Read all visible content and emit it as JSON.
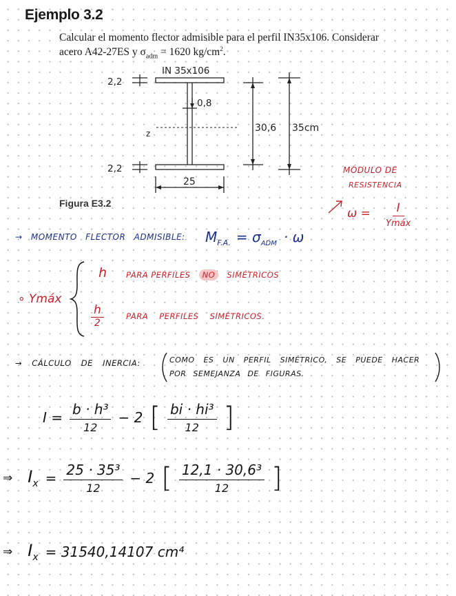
{
  "header": {
    "title": "Ejemplo 3.2",
    "statement_line1": "Calcular el momento flector admisible para el perfil IN35x106. Considerar",
    "statement_line2_a": "acero A42-27ES y σ",
    "statement_sub": "adm",
    "statement_line2_b": " = 1620 kg/cm",
    "statement_sup": "2",
    "statement_end": "."
  },
  "figure": {
    "profile_label": "IN 35x106",
    "flange_top": "2,2",
    "flange_bottom": "2,2",
    "web_thickness": "0,8",
    "axis_label": "z",
    "inner_height": "30,6",
    "total_height": "35cm",
    "width": "25",
    "caption": "Figura E3.2"
  },
  "notes": {
    "modulo_line1": "MÓDULO DE",
    "modulo_line2": "RESISTENCIA",
    "modulo_lhs": "ω =",
    "modulo_num": "I",
    "modulo_den": "Ymáx",
    "moment_label": "→ MOMENTO FLECTOR ADMISIBLE:",
    "moment_formula": "M",
    "moment_sub": "F.A.",
    "moment_rhs": "= σ",
    "moment_rhs_sub": "ADM",
    "moment_rhs_end": "· ω",
    "ymax_bullet": "∘ Ymáx",
    "case1_value": "h",
    "case1_text_a": "PARA PERFILES",
    "case1_highlight": "NO",
    "case1_text_b": "SIMÉTRICOS",
    "case2_num": "h",
    "case2_den": "2",
    "case2_text": "PARA PERFILES SIMÉTRICOS.",
    "inertia_label": "→ CÁLCULO DE INERCIA:",
    "inertia_note_1": "COMO ES UN PERFIL SIMÉTRICO, SE PUEDE HACER",
    "inertia_note_2": "POR SEMEJANZA DE FIGURAS.",
    "eq1_lhs": "I =",
    "eq1_num": "b · h³",
    "eq1_den": "12",
    "eq1_mid": "− 2",
    "eq1_inner_num": "bi · hi³",
    "eq1_inner_den": "12",
    "eq2_arrow": "⇒",
    "eq2_lhs": "I",
    "eq2_sub": "x",
    "eq2_eq": "=",
    "eq2_num": "25 · 35³",
    "eq2_den": "12",
    "eq2_mid": "− 2",
    "eq2_inner_num": "12,1 · 30,6³",
    "eq2_inner_den": "12",
    "eq3_arrow": "⇒",
    "eq3_lhs": "I",
    "eq3_sub": "x",
    "eq3_rhs": "= 31540,14107 cm⁴"
  },
  "colors": {
    "blue_ink": "#1b2f8c",
    "red_ink": "#c8202a",
    "highlight": "#f7c6c6"
  }
}
